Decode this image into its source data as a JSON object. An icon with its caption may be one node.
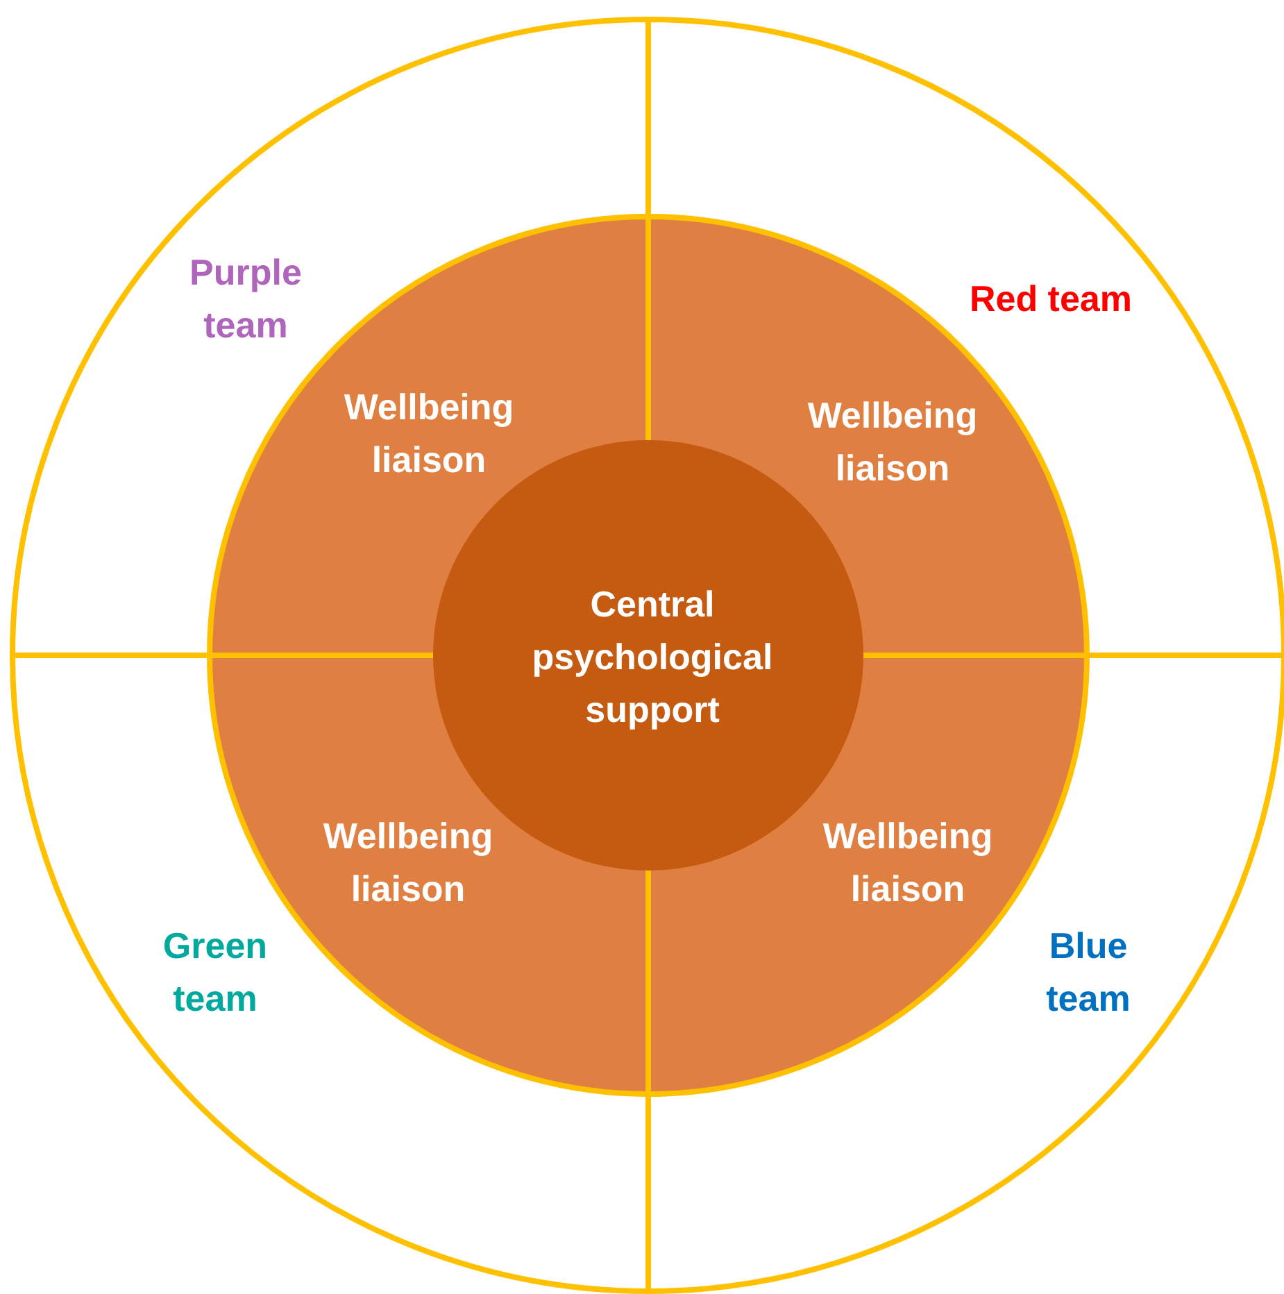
{
  "diagram": {
    "nodes": [
      {
        "text": [
          "Purple team"
        ]
      },
      {
        "text": [
          "Wellbeing liaison"
        ],
        "in": 0
      },
      {
        "text": [
          "Red team"
        ]
      },
      {
        "text": [
          "Wellbeing liaison"
        ],
        "in": 2
      },
      {
        "text": [
          "Green team"
        ]
      },
      {
        "text": [
          "Wellbeing liaison"
        ],
        "in": 4
      },
      {
        "text": [
          "Blue team"
        ]
      },
      {
        "text": [
          "Wellbeing liaison"
        ],
        "in": 6
      },
      {
        "text": [
          "Central psychological support"
        ]
      }
    ]
  }
}
